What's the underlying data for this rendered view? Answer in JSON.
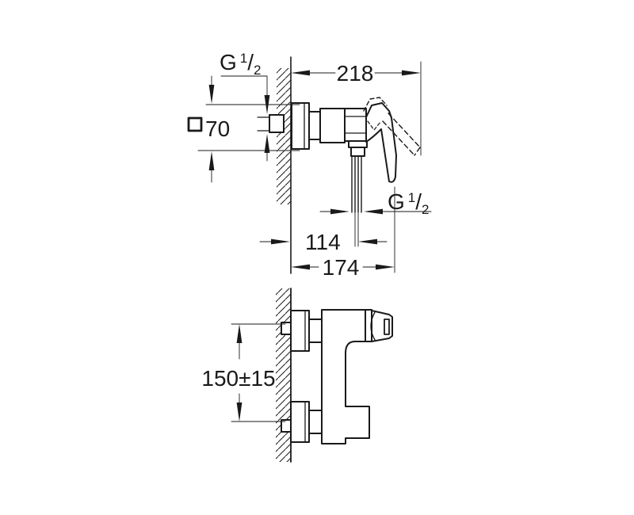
{
  "document": {
    "background_color": "#ffffff",
    "line_color": "#1a1a1a"
  },
  "dimensions": {
    "depth_total": "218",
    "outlet_offset": "114",
    "depth_to_lever": "174",
    "escutcheon_size": "70",
    "connection_spacing": "150±15",
    "top_thread": {
      "letter": "G",
      "numerator": "1",
      "denominator": "2"
    },
    "bottom_thread": {
      "letter": "G",
      "numerator": "1",
      "denominator": "2"
    }
  }
}
